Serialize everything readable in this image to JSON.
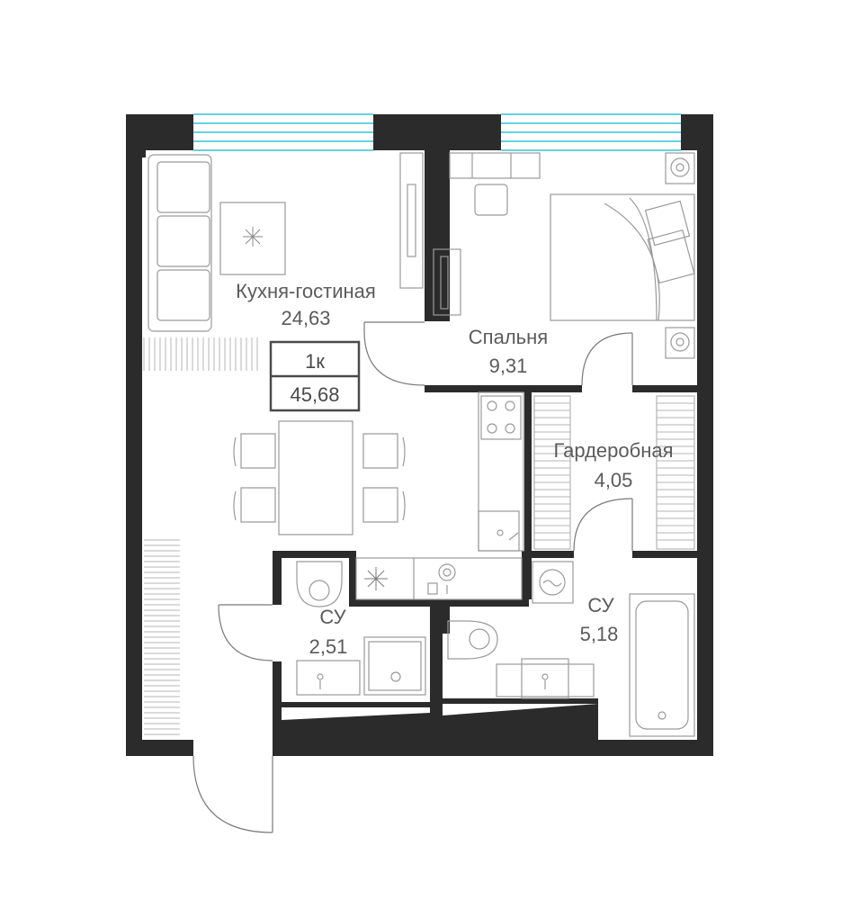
{
  "apartment": {
    "type": "1к",
    "total_area": "45,68"
  },
  "rooms": [
    {
      "id": "kitchen-living",
      "name": "Кухня-гостиная",
      "area": "24,63"
    },
    {
      "id": "bedroom",
      "name": "Спальня",
      "area": "9,31"
    },
    {
      "id": "wardrobe",
      "name": "Гардеробная",
      "area": "4,05"
    },
    {
      "id": "bathroom-small",
      "name": "СУ",
      "area": "2,51"
    },
    {
      "id": "bathroom-large",
      "name": "СУ",
      "area": "5,18"
    }
  ],
  "colors": {
    "wall": "#2b2b2b",
    "window_glass": "#35c4d6",
    "furniture": "#9a9a9a",
    "label": "#5b5b5b"
  }
}
